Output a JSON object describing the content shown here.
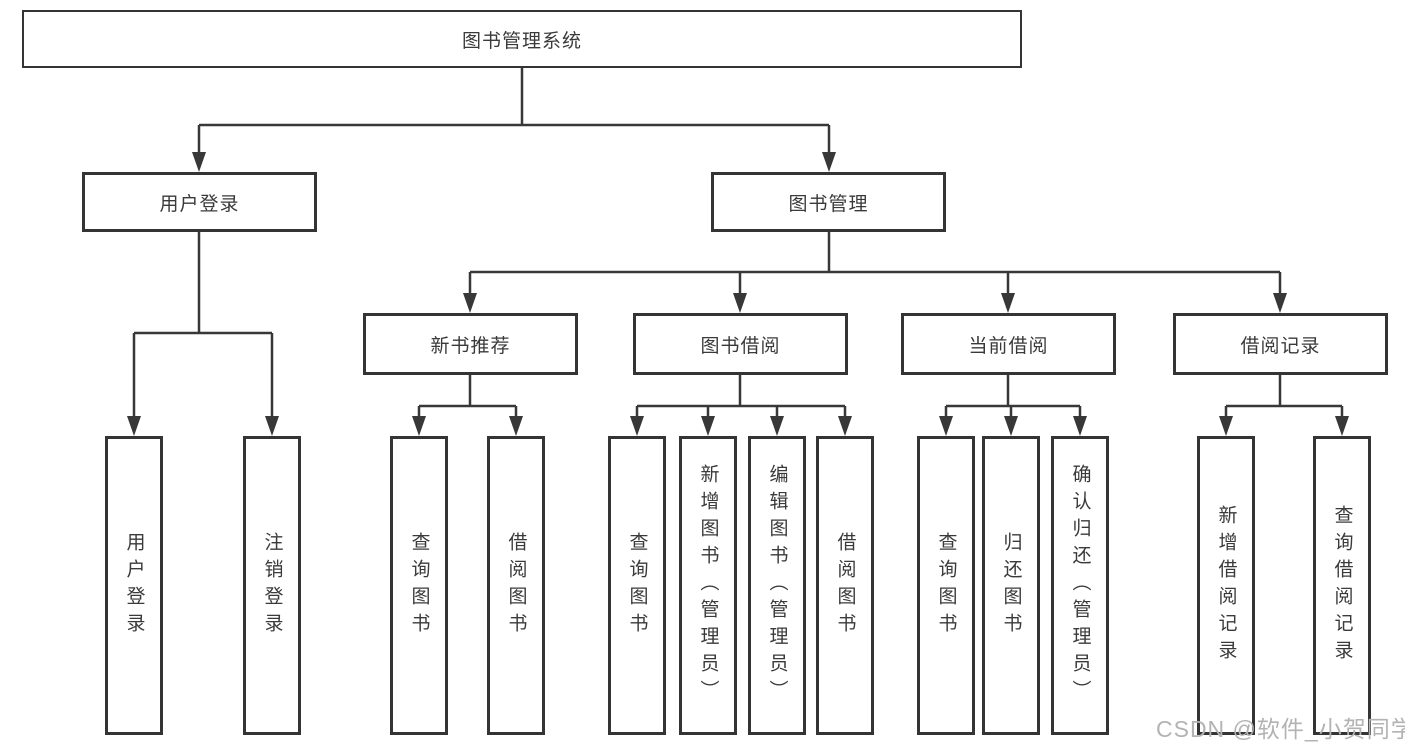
{
  "tree": {
    "label": "图书管理系统",
    "children": [
      {
        "label": "用户登录",
        "children": [
          {
            "label": "用户登录"
          },
          {
            "label": "注销登录"
          }
        ]
      },
      {
        "label": "图书管理",
        "children": [
          {
            "label": "新书推荐",
            "children": [
              {
                "label": "查询图书"
              },
              {
                "label": "借阅图书"
              }
            ]
          },
          {
            "label": "图书借阅",
            "children": [
              {
                "label": "查询图书"
              },
              {
                "label": "新增图书（管理员）"
              },
              {
                "label": "编辑图书（管理员）"
              },
              {
                "label": "借阅图书"
              }
            ]
          },
          {
            "label": "当前借阅",
            "children": [
              {
                "label": "查询图书"
              },
              {
                "label": "归还图书"
              },
              {
                "label": "确认归还（管理员）"
              }
            ]
          },
          {
            "label": "借阅记录",
            "children": [
              {
                "label": "新增借阅记录"
              },
              {
                "label": "查询借阅记录"
              }
            ]
          }
        ]
      }
    ]
  },
  "watermark": "CSDN @软件_小贺同学",
  "colors": {
    "line": "#383838",
    "box_border": "#343434",
    "text": "#3a3a3a",
    "background": "#ffffff",
    "watermark": "#b3b3b3"
  }
}
